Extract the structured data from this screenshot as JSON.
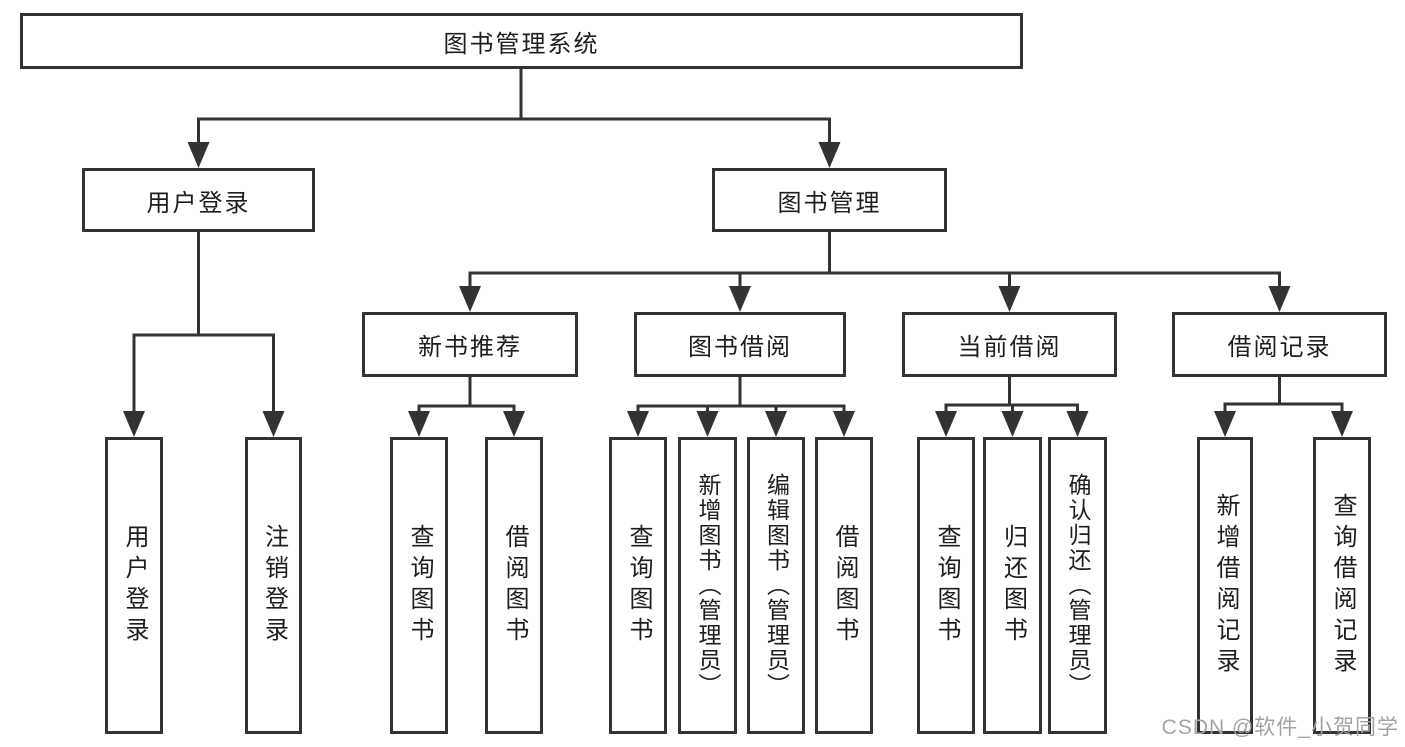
{
  "colors": {
    "line": "#333333",
    "text": "#1e1e1e",
    "background": "#ffffff",
    "watermark_gray": "#a3a3a3"
  },
  "watermark": {
    "text": "CSDN @软件_小贺同学"
  },
  "tree": {
    "label": "图书管理系统",
    "children": [
      {
        "label": "用户登录",
        "children": [
          {
            "label": "用户登录"
          },
          {
            "label": "注销登录"
          }
        ]
      },
      {
        "label": "图书管理",
        "children": [
          {
            "label": "新书推荐",
            "children": [
              {
                "label": "查询图书"
              },
              {
                "label": "借阅图书"
              }
            ]
          },
          {
            "label": "图书借阅",
            "children": [
              {
                "label": "查询图书"
              },
              {
                "label": "新增图书（管理员）"
              },
              {
                "label": "编辑图书（管理员）"
              },
              {
                "label": "借阅图书"
              }
            ]
          },
          {
            "label": "当前借阅",
            "children": [
              {
                "label": "查询图书"
              },
              {
                "label": "归还图书"
              },
              {
                "label": "确认归还（管理员）"
              }
            ]
          },
          {
            "label": "借阅记录",
            "children": [
              {
                "label": "新增借阅记录"
              },
              {
                "label": "查询借阅记录"
              }
            ]
          }
        ]
      }
    ]
  }
}
